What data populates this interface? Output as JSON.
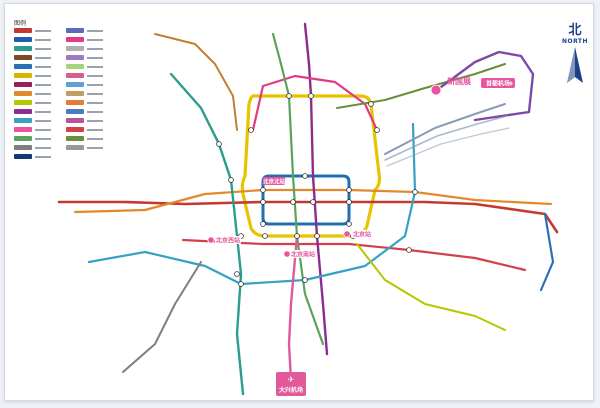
{
  "compass": {
    "bei": "北",
    "en": "NORTH"
  },
  "legend": {
    "title": "图例",
    "swatch_colors": [
      "#c23a30",
      "#1f5fa8",
      "#2a9d8f",
      "#7c4a26",
      "#2a6fb5",
      "#d6b400",
      "#9a1f55",
      "#e28a2b",
      "#b6c700",
      "#8e2b8f",
      "#35a2c1",
      "#e8559c",
      "#5aa35c",
      "#7f7f7f",
      "#123a7a"
    ],
    "swatch_colors_right": [
      "#5c6ab8",
      "#e23a86",
      "#b0b0b0",
      "#9c7bc4",
      "#a7d27f",
      "#d95f8b",
      "#5fa0d8",
      "#c0a060",
      "#e07d3b",
      "#4e7bbf",
      "#b8569b",
      "#d4404a",
      "#6b8e3a",
      "#999999"
    ]
  },
  "hubs": {
    "north": "北京北站",
    "west": "北京西站",
    "south": "北京南站",
    "east": "北京站",
    "expo": "新国展",
    "capital_airport": "首都机场",
    "daxing_airport": "大兴机场"
  },
  "lines": [
    {
      "color": "#e8c400",
      "name": "line-10-loop"
    },
    {
      "color": "#1f6fb5",
      "name": "line-2-loop"
    },
    {
      "color": "#c23a30",
      "name": "line-1"
    },
    {
      "color": "#e28a2b",
      "name": "line-6"
    },
    {
      "color": "#d4404a",
      "name": "line-7"
    },
    {
      "color": "#2a9d8f",
      "name": "line-4"
    },
    {
      "color": "#8e2b8f",
      "name": "line-5"
    },
    {
      "color": "#35a2c1",
      "name": "line-14"
    },
    {
      "color": "#e23a86",
      "name": "line-13"
    },
    {
      "color": "#5aa35c",
      "name": "line-8"
    },
    {
      "color": "#8a9ab8",
      "name": "airport-express"
    },
    {
      "color": "#7b4aa8",
      "name": "capital-airport-line"
    },
    {
      "color": "#e05a9b",
      "name": "daxing-airport-line"
    },
    {
      "color": "#6b8e3a",
      "name": "line-15"
    },
    {
      "color": "#c08030",
      "name": "line-16"
    },
    {
      "color": "#b6c700",
      "name": "yizhuang-line"
    },
    {
      "color": "#7f7f7f",
      "name": "fangshan-line"
    },
    {
      "color": "#2a6fb5",
      "name": "batong-line"
    }
  ]
}
